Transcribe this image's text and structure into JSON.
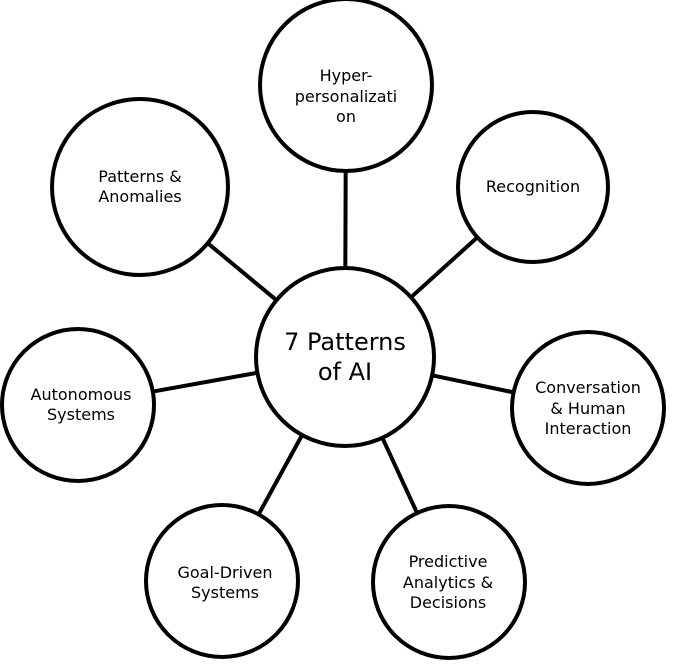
{
  "diagram": {
    "center": {
      "line1": "7 Patterns",
      "line2": "of AI"
    },
    "nodes": [
      {
        "id": "hyper",
        "lines": [
          "Hyper-",
          "personalizati",
          "on"
        ]
      },
      {
        "id": "recognition",
        "lines": [
          "Recognition"
        ]
      },
      {
        "id": "conversation",
        "lines": [
          "Conversation",
          "& Human",
          "Interaction"
        ]
      },
      {
        "id": "predictive",
        "lines": [
          "Predictive",
          "Analytics &",
          "Decisions"
        ]
      },
      {
        "id": "goal",
        "lines": [
          "Goal-Driven",
          "Systems"
        ]
      },
      {
        "id": "autonomous",
        "lines": [
          "Autonomous",
          "Systems"
        ]
      },
      {
        "id": "patterns",
        "lines": [
          "Patterns &",
          "Anomalies"
        ]
      }
    ],
    "colors": {
      "stroke": "#000000",
      "fill": "#ffffff",
      "background": "#ffffff"
    }
  }
}
